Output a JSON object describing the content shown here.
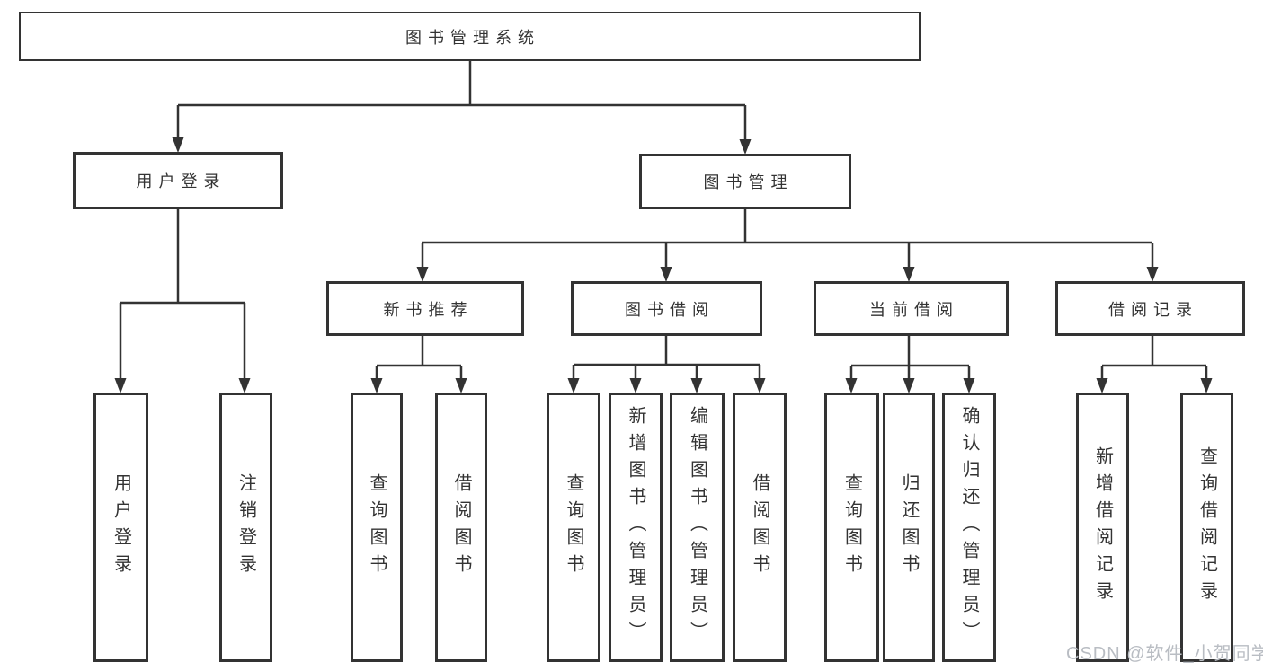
{
  "tree": {
    "root": "图书管理系统",
    "level2": [
      {
        "label": "用户登录"
      },
      {
        "label": "图书管理"
      }
    ],
    "level3": [
      {
        "label": "新书推荐"
      },
      {
        "label": "图书借阅"
      },
      {
        "label": "当前借阅"
      },
      {
        "label": "借阅记录"
      }
    ],
    "leaves": {
      "user_login": [
        "用户登录",
        "注销登录"
      ],
      "new_book_recommend": [
        "查询图书",
        "借阅图书"
      ],
      "book_borrow": [
        "查询图书",
        "新增图书（管理员）",
        "编辑图书（管理员）",
        "借阅图书"
      ],
      "current_borrow": [
        "查询图书",
        "归还图书",
        "确认归还（管理员）"
      ],
      "borrow_records": [
        "新增借阅记录",
        "查询借阅记录"
      ]
    }
  },
  "watermark": "CSDN @软件_小贺同学",
  "colors": {
    "line": "#333333",
    "text": "#333333",
    "watermark": "#b9bdc3",
    "background": "#ffffff"
  }
}
